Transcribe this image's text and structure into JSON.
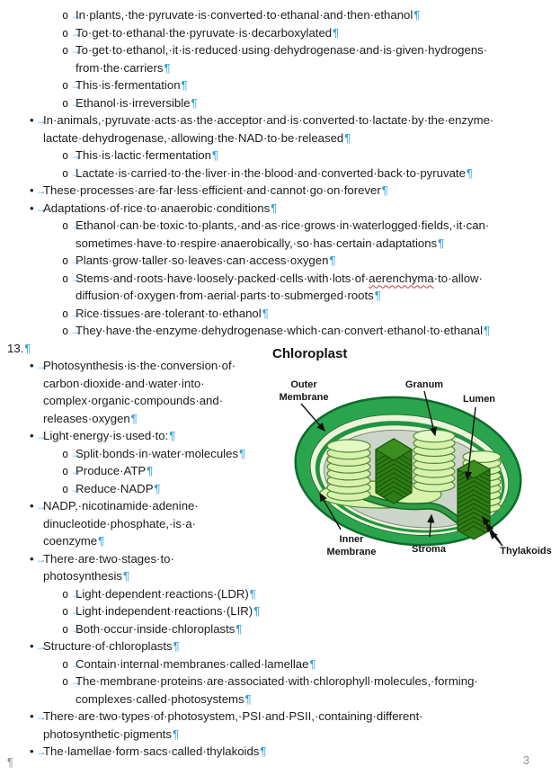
{
  "marks": {
    "pilcrow": "¶",
    "tab_arrow": "→",
    "bullet_level1": "•",
    "bullet_level2": "o",
    "space_dot": "·"
  },
  "colors": {
    "formatting_blue": "#2E9FDF",
    "text_ink": "#1C1C1C",
    "footer_gray": "#8C8C8C",
    "spell_red": "#D33A2C",
    "label_ink": "#161616",
    "diagram_outer": "#2BA44E",
    "diagram_outline": "#0E6B2C",
    "diagram_cream": "#EDF3D8",
    "diagram_inner": "#1F9440",
    "diagram_stroma": "#CDD5CA",
    "diagram_stroma_edge": "#7E8E7C",
    "disk": "#D8F2AE",
    "disk_top": "#E4F8C4",
    "disk_stroke": "#4E8C33",
    "dark_stack": "#2F7D17",
    "dark_top": "#3C8F1F",
    "rib": "#1A5808",
    "lamella": "#2F9C40",
    "lamella_edge": "#14632A"
  },
  "sections": {
    "fermentation_notes": {
      "items": [
        {
          "level": 2,
          "lines": [
            "In plants, the pyruvate is converted to ethanal and then ethanol"
          ]
        },
        {
          "level": 2,
          "lines": [
            "To get to ethanal the pyruvate is decarboxylated"
          ]
        },
        {
          "level": 2,
          "lines": [
            "To get to ethanol, it is reduced using dehydrogenase and is given hydrogens",
            "from the carriers"
          ]
        },
        {
          "level": 2,
          "lines": [
            "This is fermentation"
          ]
        },
        {
          "level": 2,
          "lines": [
            "Ethanol is irreversible"
          ]
        },
        {
          "level": 1,
          "lines": [
            "In animals, pyruvate acts as the acceptor and is converted to lactate by the enzyme",
            "lactate dehydrogenase, allowing the NAD to be released"
          ]
        },
        {
          "level": 2,
          "lines": [
            "This is lactic fermentation"
          ]
        },
        {
          "level": 2,
          "lines": [
            "Lactate is carried to the liver in the blood and converted back to pyruvate"
          ]
        },
        {
          "level": 1,
          "lines": [
            "These processes are far less efficient and cannot go on forever"
          ]
        },
        {
          "level": 1,
          "lines": [
            "Adaptations of rice to anaerobic conditions"
          ]
        },
        {
          "level": 2,
          "lines": [
            "Ethanol can be toxic to plants, and as rice grows in waterlogged fields, it can",
            "sometimes have to respire anaerobically, so has certain adaptations"
          ]
        },
        {
          "level": 2,
          "lines": [
            "Plants grow taller so leaves can access oxygen"
          ]
        },
        {
          "level": 2,
          "lines": [
            "Stems and roots have loosely packed cells with lots of aerenchyma to allow",
            "diffusion of oxygen from aerial parts to submerged roots"
          ],
          "misspelled": "aerenchyma"
        },
        {
          "level": 2,
          "lines": [
            "Rice tissues are tolerant to ethanol"
          ]
        },
        {
          "level": 2,
          "lines": [
            "They have the enzyme dehydrogenase which can convert ethanol to ethanal"
          ]
        }
      ]
    },
    "list_number": {
      "label": "13."
    },
    "photosynthesis_notes": {
      "items": [
        {
          "level": 1,
          "lines": [
            "Photosynthesis is the conversion of",
            "carbon dioxide and water into",
            "complex organic compounds and",
            "releases oxygen"
          ]
        },
        {
          "level": 1,
          "lines": [
            "Light energy is used to:"
          ]
        },
        {
          "level": 2,
          "lines": [
            "Split bonds in water molecules"
          ]
        },
        {
          "level": 2,
          "lines": [
            "Produce ATP"
          ]
        },
        {
          "level": 2,
          "lines": [
            "Reduce NADP"
          ]
        },
        {
          "level": 1,
          "lines": [
            "NADP, nicotinamide adenine",
            "dinucleotide phosphate, is a",
            "coenzyme"
          ]
        },
        {
          "level": 1,
          "lines": [
            "There are two stages to",
            "photosynthesis"
          ]
        },
        {
          "level": 2,
          "lines": [
            "Light dependent reactions (LDR)"
          ]
        },
        {
          "level": 2,
          "lines": [
            "Light independent reactions (LIR)"
          ]
        },
        {
          "level": 2,
          "lines": [
            "Both occur inside chloroplasts"
          ]
        },
        {
          "level": 1,
          "lines": [
            "Structure of chloroplasts"
          ]
        },
        {
          "level": 2,
          "lines": [
            "Contain internal membranes called lamellae"
          ]
        },
        {
          "level": 2,
          "lines": [
            "The membrane proteins are associated with chlorophyll molecules, forming",
            "complexes called photosystems"
          ]
        },
        {
          "level": 1,
          "lines": [
            "There are two types of photosystem, PSI and PSII, containing different",
            "photosynthetic pigments"
          ]
        },
        {
          "level": 1,
          "lines": [
            "The lamellae form sacs called thylakoids"
          ]
        }
      ]
    }
  },
  "diagram": {
    "title": "Chloroplast",
    "labels": {
      "outer_membrane": [
        "Outer",
        "Membrane"
      ],
      "granum": "Granum",
      "lumen": "Lumen",
      "inner_membrane": [
        "Inner",
        "Membrane"
      ],
      "stroma": "Stroma",
      "thylakoids": "Thylakoids"
    }
  },
  "footer": {
    "pilcrow": "¶",
    "page_number": "3"
  }
}
